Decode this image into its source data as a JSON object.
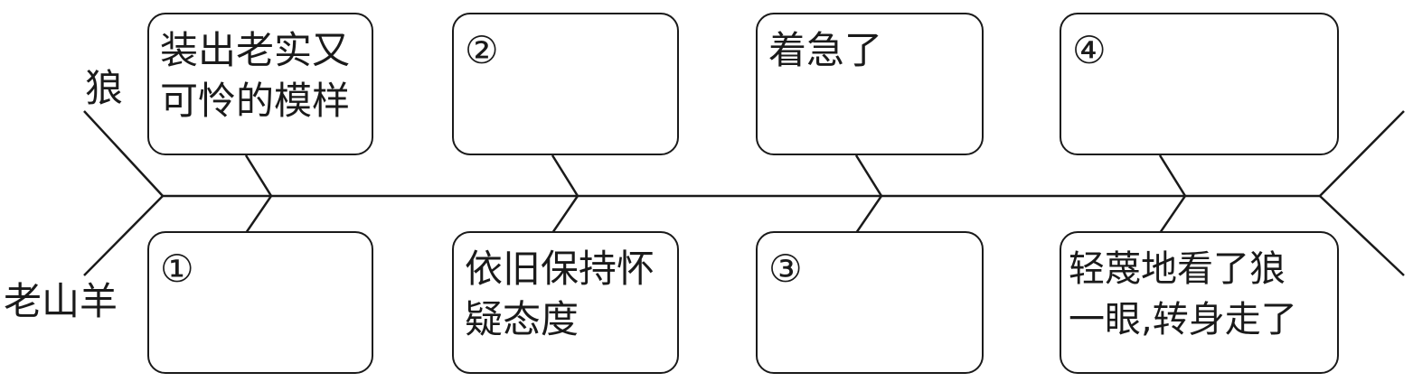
{
  "diagram": {
    "top_label": "狼",
    "bottom_label": "老山羊",
    "top_boxes": [
      {
        "text": "装出老实又\n可怜的模样"
      },
      {
        "text": "②"
      },
      {
        "text": "着急了"
      },
      {
        "text": "④"
      }
    ],
    "bottom_boxes": [
      {
        "text": "①"
      },
      {
        "text": "依旧保持怀\n疑态度"
      },
      {
        "text": "③"
      },
      {
        "text": "轻蔑地看了狼\n一眼,转身走了"
      }
    ]
  }
}
